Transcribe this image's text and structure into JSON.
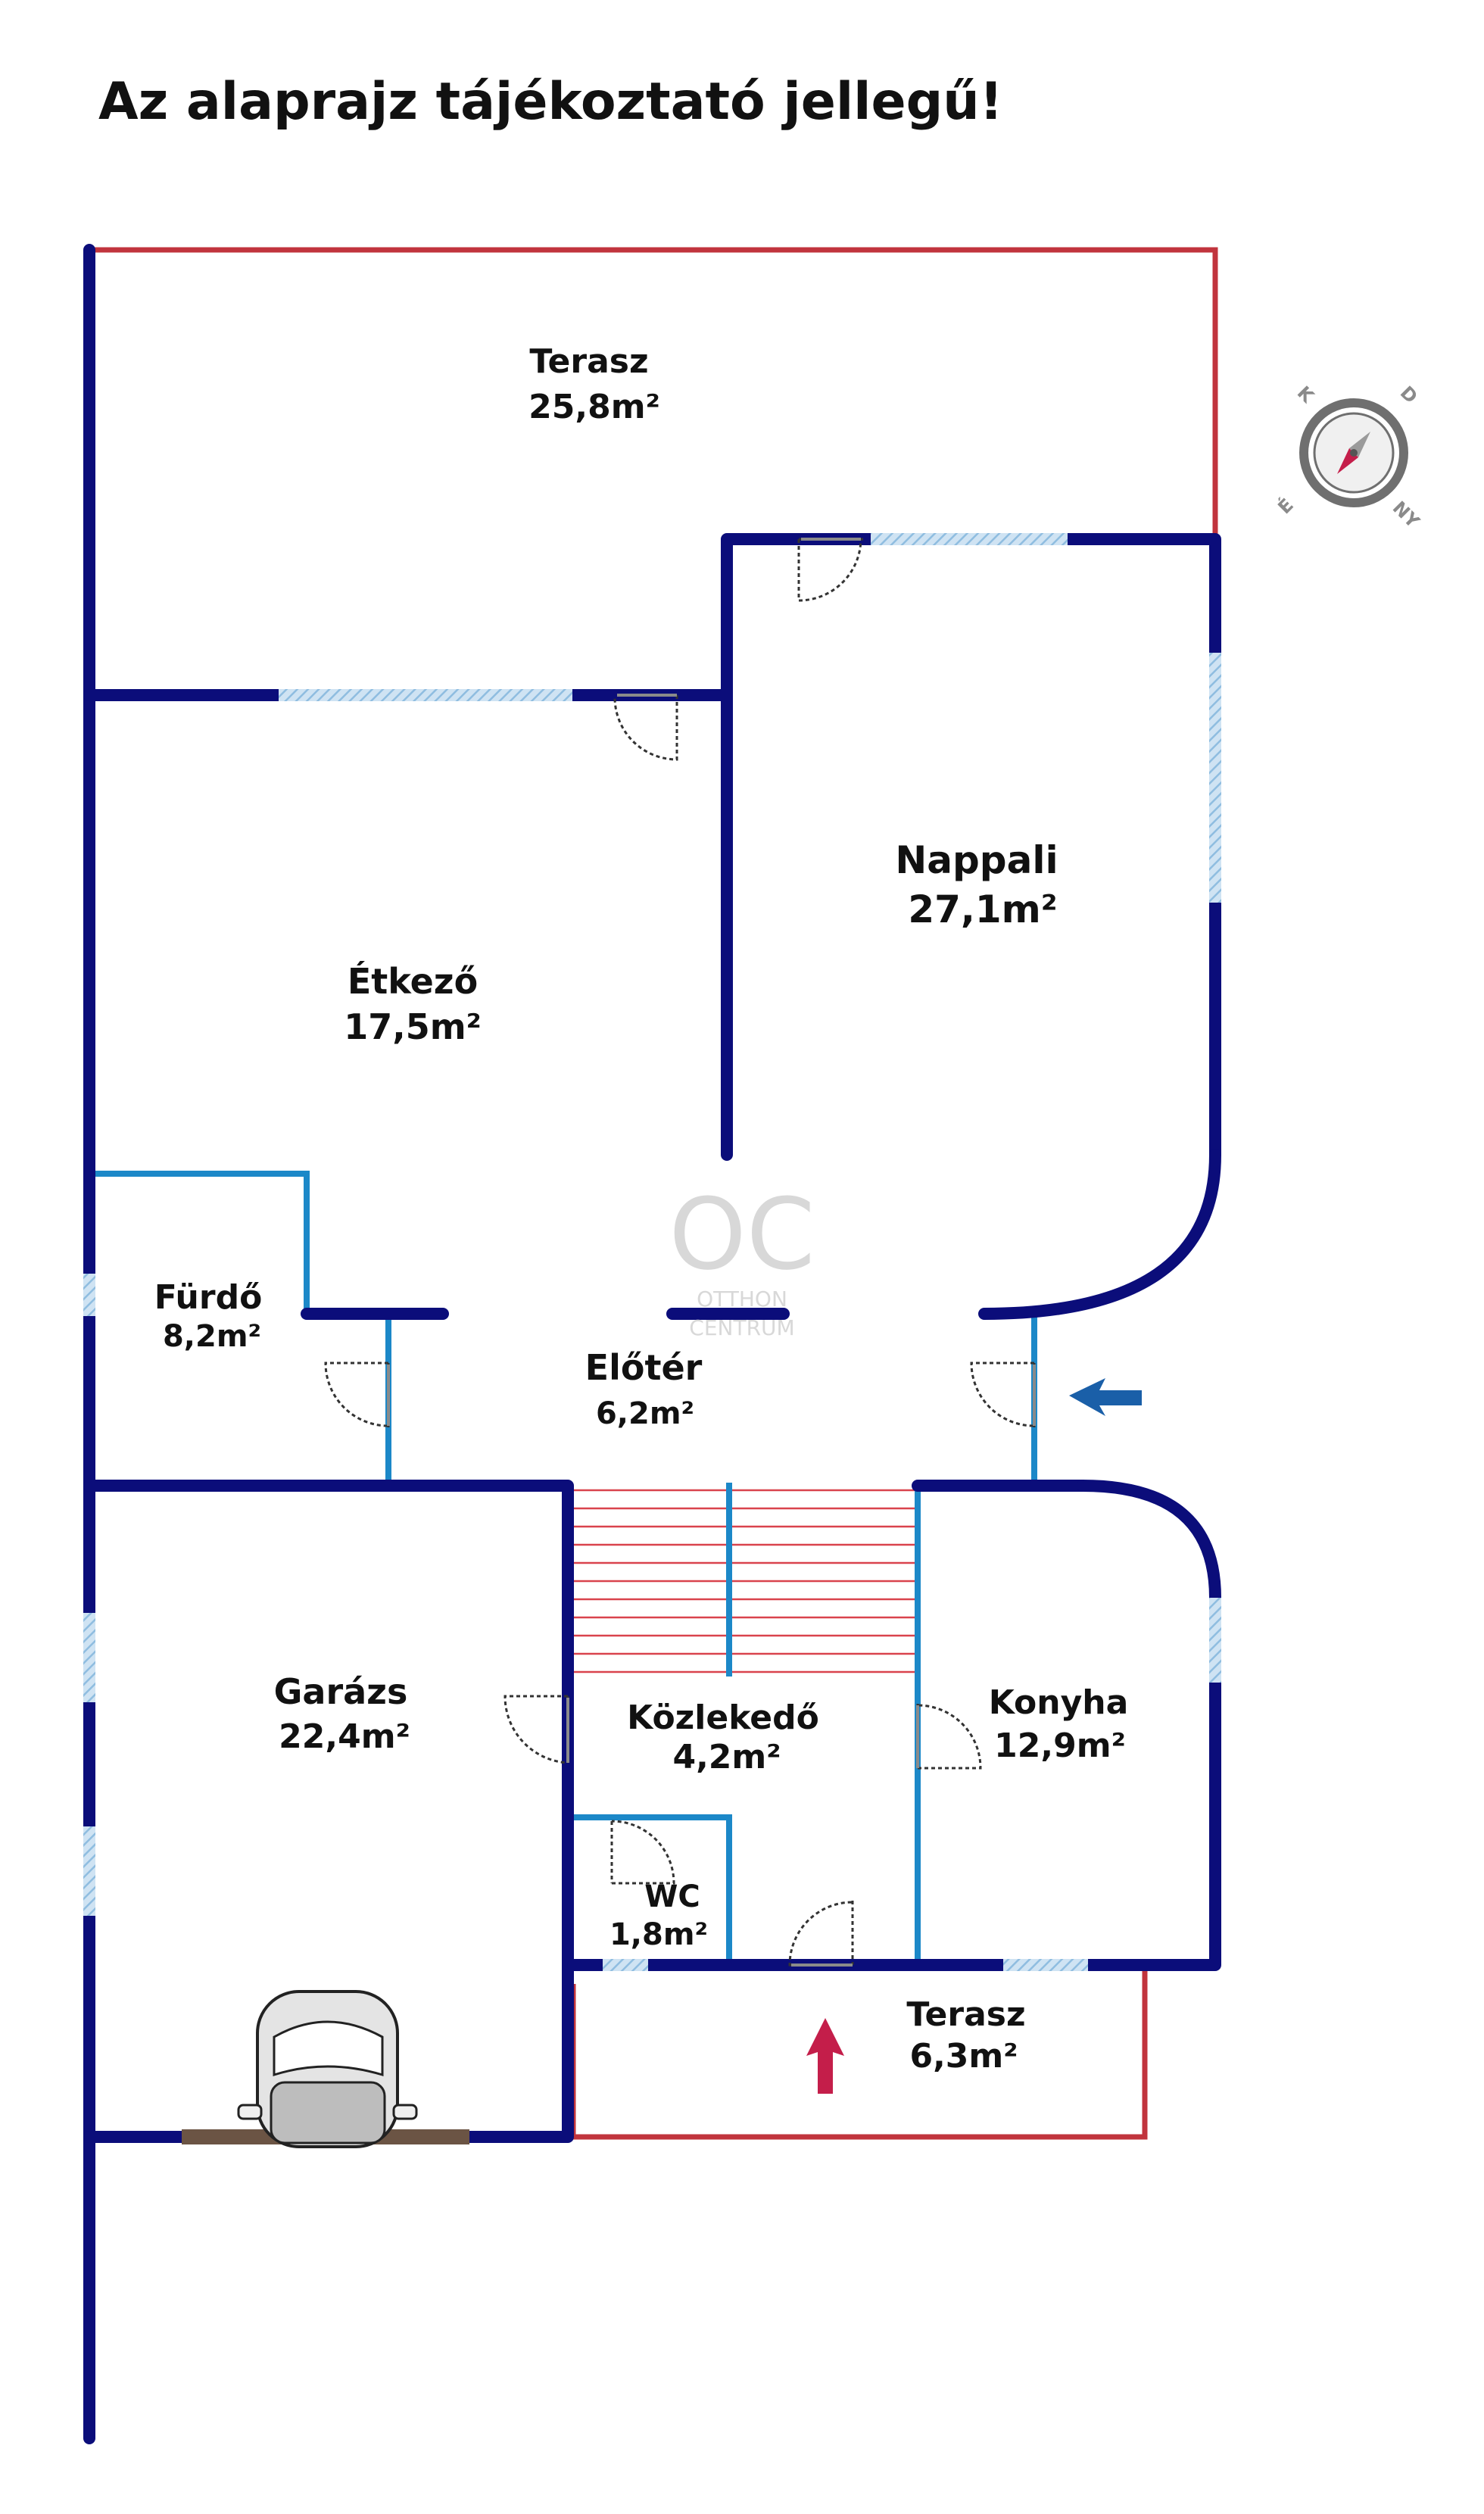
{
  "header": {
    "disclaimer": "Az alaprajz tájékoztató jellegű!"
  },
  "watermark": {
    "logo": "OC",
    "line1": "OTTHON",
    "line2": "CENTRUM"
  },
  "compass": {
    "north": "É",
    "south": "D",
    "east": "K",
    "west": "NY",
    "icon": "compass-icon"
  },
  "rooms": {
    "terrace_top": {
      "name": "Terasz",
      "area": "25,8m²"
    },
    "living": {
      "name": "Nappali",
      "area": "27,1m²"
    },
    "dining": {
      "name": "Étkező",
      "area": "17,5m²"
    },
    "bathroom": {
      "name": "Fürdő",
      "area": "8,2m²"
    },
    "hall": {
      "name": "Előtér",
      "area": "6,2m²"
    },
    "garage": {
      "name": "Garázs",
      "area": "22,4m²"
    },
    "corridor": {
      "name": "Közlekedő",
      "area": "4,2m²"
    },
    "kitchen": {
      "name": "Konyha",
      "area": "12,9m²"
    },
    "wc": {
      "name": "WC",
      "area": "1,8m²"
    },
    "terrace_bottom": {
      "name": "Terasz",
      "area": "6,3m²"
    }
  },
  "colors": {
    "outer_wall": "#0b0d7a",
    "inner_wall": "#1c88c8",
    "terrace_line": "#c1343d",
    "window": "#a9cde8",
    "stairs": "#d9434d",
    "entry_arrow": "#1a5fa8",
    "terrace_arrow": "#c41e4a",
    "garage_door": "#6b5444"
  },
  "icons": {
    "entry": "entry-arrow-icon",
    "terrace": "up-arrow-icon",
    "car": "car-icon",
    "compass": "compass-icon"
  }
}
